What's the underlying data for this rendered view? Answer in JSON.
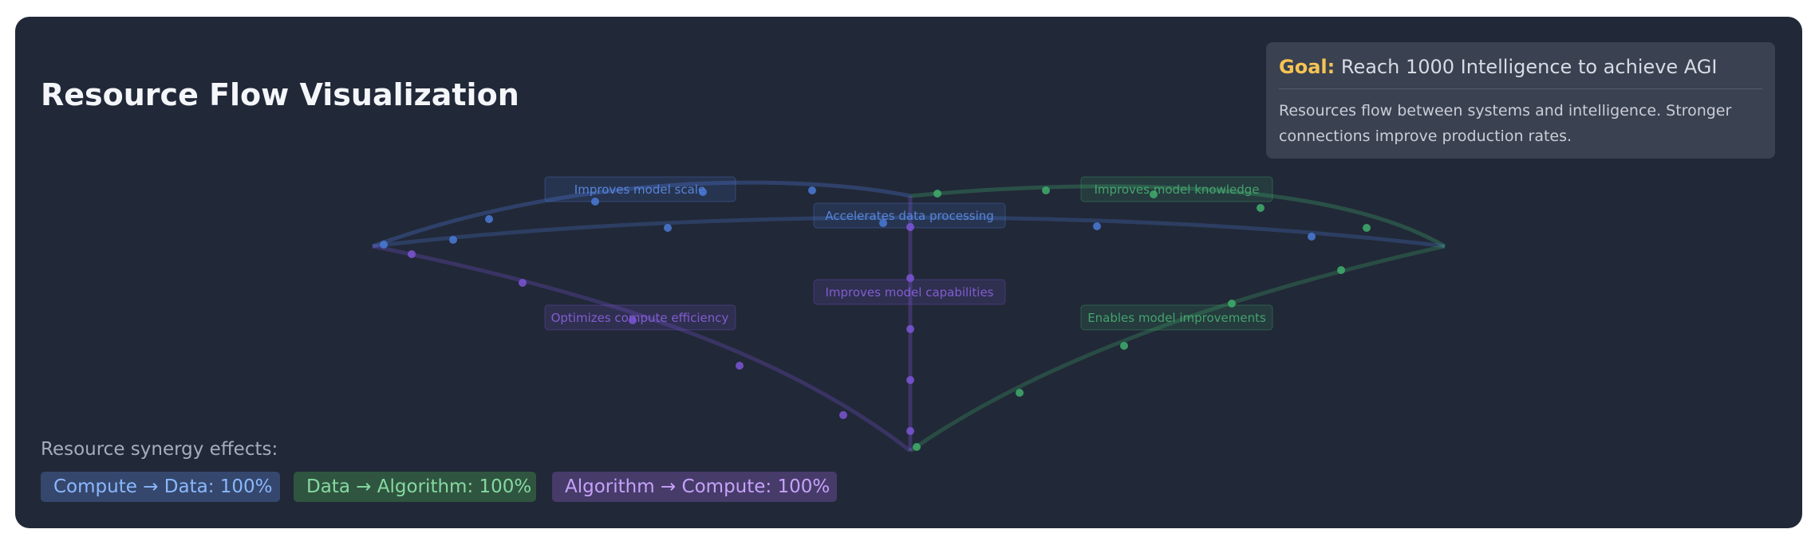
{
  "title": "Resource Flow Visualization",
  "goal": {
    "label": "Goal:",
    "text": "Reach 1000 Intelligence to achieve AGI",
    "description": "Resources flow between systems and intelligence. Stronger connections improve production rates."
  },
  "flows": {
    "improves_model_scale": "Improves model scale",
    "improves_model_knowledge": "Improves model knowledge",
    "accelerates_data_processing": "Accelerates data processing",
    "improves_model_capabilities": "Improves model capabilities",
    "optimizes_compute_efficiency": "Optimizes compute efficiency",
    "enables_model_improvements": "Enables model improvements"
  },
  "synergy": {
    "title": "Resource synergy effects:",
    "effects": [
      {
        "label": "Compute → Data: 100%",
        "color": "#8ab8ff"
      },
      {
        "label": "Data → Algorithm: 100%",
        "color": "#86d9a0"
      },
      {
        "label": "Algorithm → Compute: 100%",
        "color": "#c6a2fa"
      }
    ]
  },
  "colors": {
    "compute": "#4f7fe0",
    "data": "#3fae6c",
    "algorithm": "#7b55d6",
    "goal_label": "#f6c453"
  }
}
